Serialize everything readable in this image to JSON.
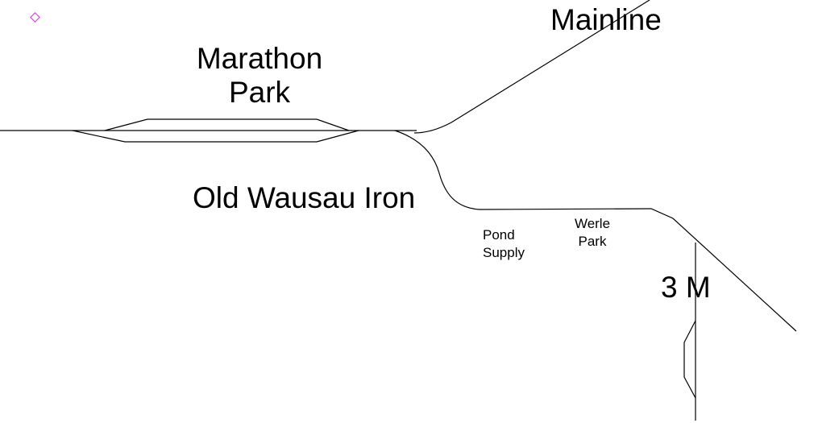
{
  "diagram": {
    "title": "Track schematic",
    "colors": {
      "track": "#000000",
      "marker": "#cc33cc",
      "background": "#ffffff"
    },
    "labels": {
      "mainline": "Mainline",
      "marathon_park": [
        "Marathon",
        "Park"
      ],
      "old_wausau_iron": "Old Wausau Iron",
      "pond_supply": [
        "Pond",
        "Supply"
      ],
      "werle_park": [
        "Werle",
        "Park"
      ],
      "three_m": "3 M"
    },
    "marker_icon": "diamond-outline-icon"
  }
}
